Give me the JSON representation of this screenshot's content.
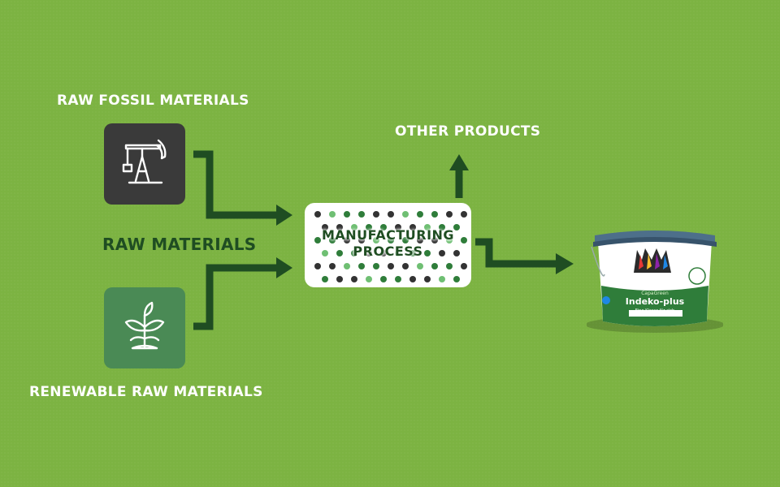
{
  "labels": {
    "raw_fossil": "RAW FOSSIL MATERIALS",
    "raw_materials": "RAW MATERIALS",
    "renewable": "RENEWABLE RAW MATERIALS",
    "other_products": "OTHER PRODUCTS"
  },
  "process": {
    "line1": "MANUFACTURING",
    "line2": "PROCESS"
  },
  "product": {
    "brand": "CAPAROL",
    "line": "CapaGreen",
    "name": "Indeko-plus",
    "tagline": "Eine Klasse für sich"
  },
  "icons": {
    "fossil": "oil-pump-icon",
    "renewable": "plant-sprout-icon"
  },
  "colors": {
    "background": "#7cb342",
    "arrow": "#1f4d22",
    "fossil_tile": "#3a3a3a",
    "renew_tile": "#4a8a55"
  }
}
